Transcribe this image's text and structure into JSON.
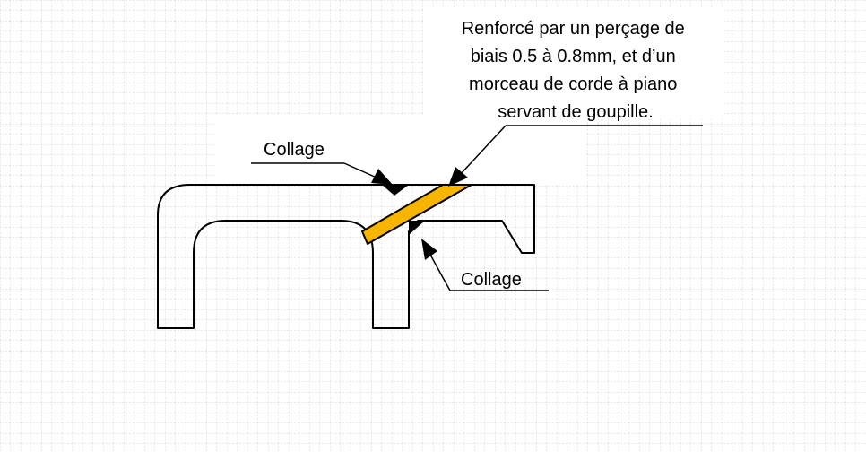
{
  "colors": {
    "background": "#ffffff",
    "grid": "#cfcfcf",
    "outline": "#000000",
    "pin_fill": "#f7b500",
    "text_bg": "#ffffff"
  },
  "annotations": {
    "reinforcement": {
      "lines": [
        "Renforcé par un perçage de",
        "biais 0.5 à 0.8mm, et d’un",
        "morceau de corde à piano",
        "servant de goupille."
      ]
    },
    "glue_top": {
      "label": "Collage"
    },
    "glue_bottom": {
      "label": "Collage"
    }
  }
}
